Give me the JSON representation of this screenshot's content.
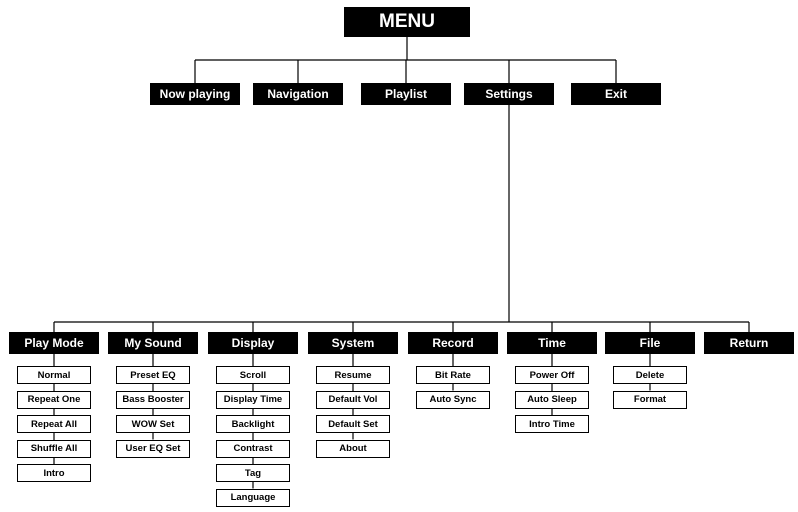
{
  "menu": {
    "title": "MENU",
    "level1": [
      {
        "label": "Now playing"
      },
      {
        "label": "Navigation"
      },
      {
        "label": "Playlist"
      },
      {
        "label": "Settings"
      },
      {
        "label": "Exit"
      }
    ]
  },
  "settings": {
    "categories": [
      {
        "label": "Play Mode",
        "items": [
          "Normal",
          "Repeat One",
          "Repeat All",
          "Shuffle All",
          "Intro"
        ]
      },
      {
        "label": "My Sound",
        "items": [
          "Preset EQ",
          "Bass Booster",
          "WOW Set",
          "User EQ Set"
        ]
      },
      {
        "label": "Display",
        "items": [
          "Scroll",
          "Display Time",
          "Backlight",
          "Contrast",
          "Tag",
          "Language"
        ]
      },
      {
        "label": "System",
        "items": [
          "Resume",
          "Default Vol",
          "Default Set",
          "About"
        ]
      },
      {
        "label": "Record",
        "items": [
          "Bit Rate",
          "Auto Sync"
        ]
      },
      {
        "label": "Time",
        "items": [
          "Power Off",
          "Auto Sleep",
          "Intro Time"
        ]
      },
      {
        "label": "File",
        "items": [
          "Delete",
          "Format"
        ]
      },
      {
        "label": "Return",
        "items": []
      }
    ]
  },
  "colors": {
    "box": "#000000",
    "text_on_box": "#ffffff",
    "line": "#000000",
    "background": "#ffffff"
  }
}
